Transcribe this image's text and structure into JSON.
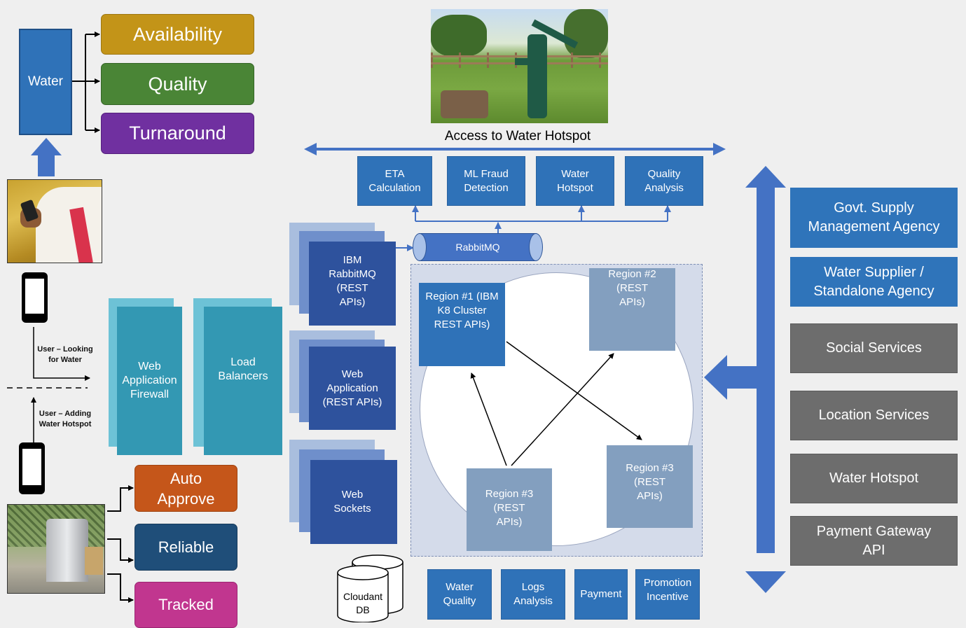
{
  "left": {
    "water_label": "Water",
    "water_outcomes": [
      "Availability",
      "Quality",
      "Turnaround"
    ],
    "user_looking_label": "User – Looking for Water",
    "user_adding_label": "User – Adding Water Hotspot",
    "hotspot_outcomes": [
      "Auto Approve",
      "Reliable",
      "Tracked"
    ]
  },
  "security": {
    "waf": "Web Application Firewall",
    "load_balancers": "Load Balancers"
  },
  "gateways": {
    "rabbitmq_api": "IBM RabbitMQ (REST APIs)",
    "web_app": "Web Application (REST APIs)",
    "web_sockets": "Web Sockets"
  },
  "top": {
    "caption": "Access to Water Hotspot",
    "rabbitmq": "RabbitMQ",
    "services": [
      "ETA Calculation",
      "ML Fraud Detection",
      "Water Hotspot",
      "Quality Analysis"
    ]
  },
  "cluster": {
    "region1": "Region #1 (IBM K8 Cluster REST APIs)",
    "region2": "Region #2 (REST APIs)",
    "region3_right": "Region #3 (REST APIs)",
    "region3_bottom": "Region #3 (REST APIs)"
  },
  "bottom": {
    "db": "Cloudant DB",
    "services": [
      "Water Quality",
      "Logs Analysis",
      "Payment",
      "Promotion Incentive"
    ]
  },
  "external": {
    "agencies": [
      "Govt. Supply Management Agency",
      "Water Supplier / Standalone Agency"
    ],
    "services": [
      "Social Services",
      "Location Services",
      "Water Hotspot",
      "Payment Gateway API"
    ]
  },
  "colors": {
    "availability": "#c39418",
    "quality": "#4a8536",
    "turnaround": "#7030a0",
    "auto_approve": "#c5561a",
    "reliable": "#1f4e79",
    "tracked": "#c1368f",
    "service_blue": "#2f72b8",
    "external_grey": "#6d6d6d"
  }
}
